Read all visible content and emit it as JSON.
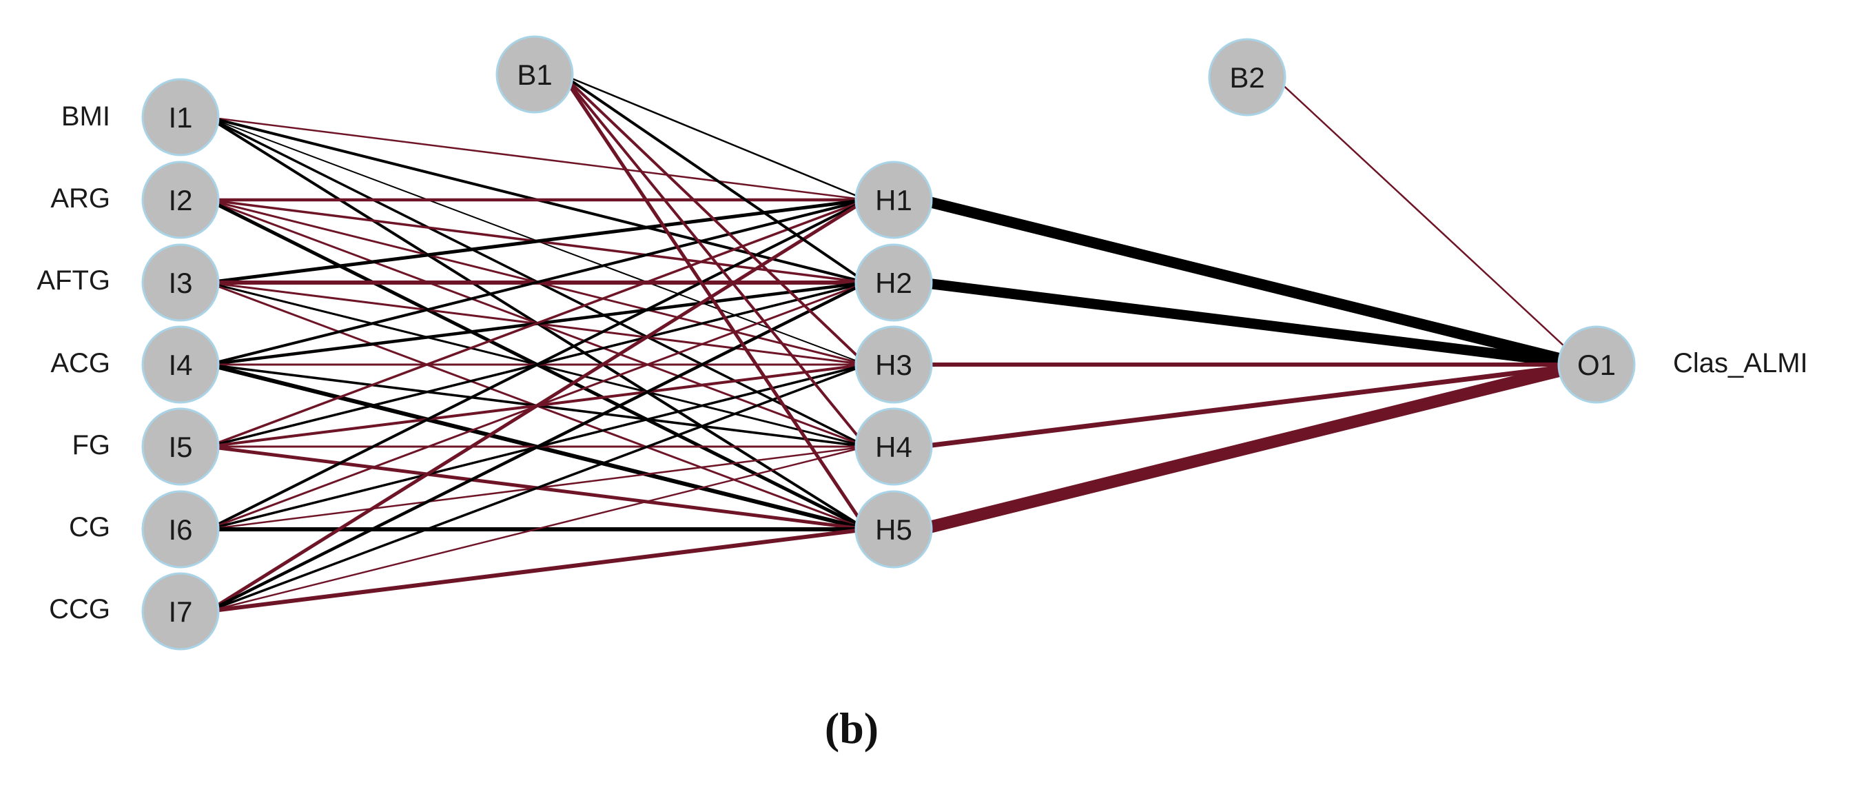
{
  "colors": {
    "positive": "#000000",
    "negative": "#6e1427",
    "node_fill": "#bdbdbd",
    "node_stroke": "#a9d3e6"
  },
  "input_labels": [
    "BMI",
    "ARG",
    "AFTG",
    "ACG",
    "FG",
    "CG",
    "CCG"
  ],
  "output_label": "Clas_ALMI",
  "caption": "(b)",
  "nodes": {
    "inputs": [
      "I1",
      "I2",
      "I3",
      "I4",
      "I5",
      "I6",
      "I7"
    ],
    "bias1": "B1",
    "hidden": [
      "H1",
      "H2",
      "H3",
      "H4",
      "H5"
    ],
    "bias2": "B2",
    "output": "O1"
  },
  "connections": [
    {
      "from": "I1",
      "to": "H1",
      "sign": "negative",
      "weight": 2.5
    },
    {
      "from": "I1",
      "to": "H2",
      "sign": "positive",
      "weight": 4
    },
    {
      "from": "I1",
      "to": "H3",
      "sign": "positive",
      "weight": 2
    },
    {
      "from": "I1",
      "to": "H4",
      "sign": "positive",
      "weight": 3.5
    },
    {
      "from": "I1",
      "to": "H5",
      "sign": "positive",
      "weight": 4
    },
    {
      "from": "I2",
      "to": "H1",
      "sign": "negative",
      "weight": 4.5
    },
    {
      "from": "I2",
      "to": "H2",
      "sign": "negative",
      "weight": 3.5
    },
    {
      "from": "I2",
      "to": "H3",
      "sign": "negative",
      "weight": 3
    },
    {
      "from": "I2",
      "to": "H4",
      "sign": "negative",
      "weight": 3
    },
    {
      "from": "I2",
      "to": "H5",
      "sign": "positive",
      "weight": 5
    },
    {
      "from": "I3",
      "to": "H1",
      "sign": "positive",
      "weight": 5
    },
    {
      "from": "I3",
      "to": "H2",
      "sign": "negative",
      "weight": 6
    },
    {
      "from": "I3",
      "to": "H3",
      "sign": "negative",
      "weight": 3
    },
    {
      "from": "I3",
      "to": "H4",
      "sign": "positive",
      "weight": 3
    },
    {
      "from": "I3",
      "to": "H5",
      "sign": "negative",
      "weight": 3
    },
    {
      "from": "I4",
      "to": "H1",
      "sign": "positive",
      "weight": 4
    },
    {
      "from": "I4",
      "to": "H2",
      "sign": "positive",
      "weight": 4.5
    },
    {
      "from": "I4",
      "to": "H3",
      "sign": "negative",
      "weight": 3
    },
    {
      "from": "I4",
      "to": "H4",
      "sign": "positive",
      "weight": 3.5
    },
    {
      "from": "I4",
      "to": "H5",
      "sign": "positive",
      "weight": 6
    },
    {
      "from": "I5",
      "to": "H1",
      "sign": "negative",
      "weight": 3.5
    },
    {
      "from": "I5",
      "to": "H2",
      "sign": "positive",
      "weight": 3.5
    },
    {
      "from": "I5",
      "to": "H3",
      "sign": "negative",
      "weight": 4
    },
    {
      "from": "I5",
      "to": "H4",
      "sign": "negative",
      "weight": 3
    },
    {
      "from": "I5",
      "to": "H5",
      "sign": "negative",
      "weight": 5
    },
    {
      "from": "I6",
      "to": "H1",
      "sign": "positive",
      "weight": 4
    },
    {
      "from": "I6",
      "to": "H2",
      "sign": "negative",
      "weight": 3
    },
    {
      "from": "I6",
      "to": "H3",
      "sign": "positive",
      "weight": 3.5
    },
    {
      "from": "I6",
      "to": "H4",
      "sign": "negative",
      "weight": 2.5
    },
    {
      "from": "I6",
      "to": "H5",
      "sign": "positive",
      "weight": 6
    },
    {
      "from": "I7",
      "to": "H1",
      "sign": "negative",
      "weight": 5
    },
    {
      "from": "I7",
      "to": "H2",
      "sign": "positive",
      "weight": 4.5
    },
    {
      "from": "I7",
      "to": "H3",
      "sign": "positive",
      "weight": 3.5
    },
    {
      "from": "I7",
      "to": "H4",
      "sign": "negative",
      "weight": 2.5
    },
    {
      "from": "I7",
      "to": "H5",
      "sign": "negative",
      "weight": 6
    },
    {
      "from": "B1",
      "to": "H1",
      "sign": "positive",
      "weight": 2.5
    },
    {
      "from": "B1",
      "to": "H2",
      "sign": "positive",
      "weight": 4
    },
    {
      "from": "B1",
      "to": "H3",
      "sign": "negative",
      "weight": 4
    },
    {
      "from": "B1",
      "to": "H4",
      "sign": "negative",
      "weight": 4
    },
    {
      "from": "B1",
      "to": "H5",
      "sign": "negative",
      "weight": 5
    },
    {
      "from": "H1",
      "to": "O1",
      "sign": "positive",
      "weight": 16
    },
    {
      "from": "H2",
      "to": "O1",
      "sign": "positive",
      "weight": 15
    },
    {
      "from": "H3",
      "to": "O1",
      "sign": "negative",
      "weight": 6
    },
    {
      "from": "H4",
      "to": "O1",
      "sign": "negative",
      "weight": 7
    },
    {
      "from": "H5",
      "to": "O1",
      "sign": "negative",
      "weight": 18
    },
    {
      "from": "B2",
      "to": "O1",
      "sign": "negative",
      "weight": 2.5
    }
  ]
}
